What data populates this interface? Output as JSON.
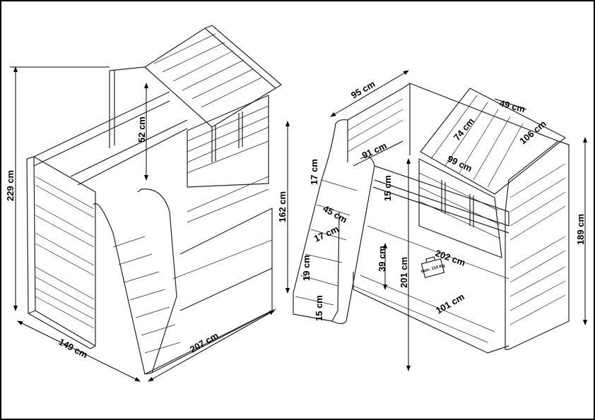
{
  "drawing": {
    "left_view": {
      "height": "229 cm",
      "house_height": "52 cm",
      "width": "149 cm",
      "length": "207 cm"
    },
    "right_view": {
      "top_width": "95 cm",
      "roof_ridge": "49 cm",
      "roof_panel": "74 cm",
      "roof_length": "106 cm",
      "top_opening": "91 cm",
      "house_length": "99 cm",
      "step_rise_top": "17 cm",
      "rail_height": "15 cm",
      "ladder_height": "162 cm",
      "step_width": "45 cm",
      "step_depth": "17 cm",
      "under_clearance": "39 cm",
      "inner_length": "202 cm",
      "total_height": "201 cm",
      "side_height": "189 cm",
      "step_rise_bottom": "19 cm",
      "bottom_step": "15 cm",
      "inner_width": "101 cm",
      "weight_badge": "max. 110 Kg"
    }
  }
}
